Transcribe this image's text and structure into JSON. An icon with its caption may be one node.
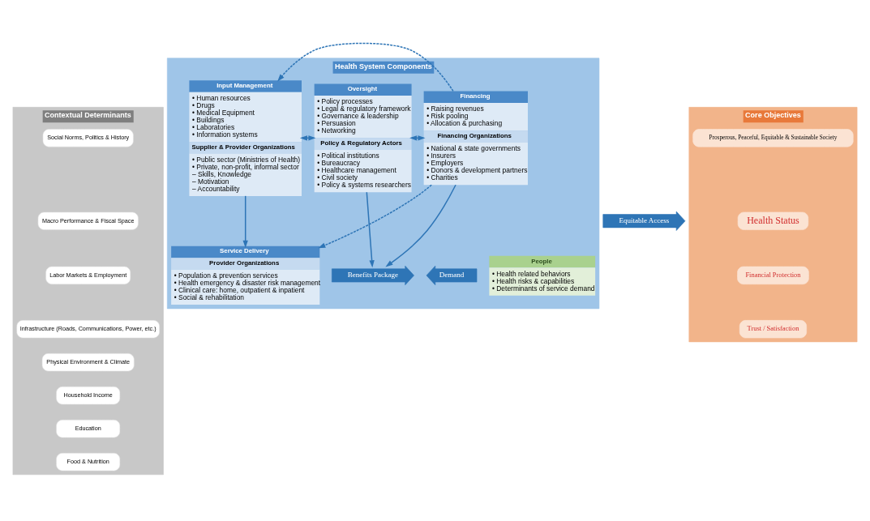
{
  "diagram": {
    "nodes": [
      {
        "text": [
          "Contextual Determinants"
        ]
      },
      {
        "text": [
          "Social Norms, Politics & History"
        ],
        "in": 0
      },
      {
        "text": [
          "Macro Performance & Fiscal Space"
        ],
        "in": 0
      },
      {
        "text": [
          "Labor Markets & Employment"
        ],
        "in": 0
      },
      {
        "text": [
          "Infrastructure (Roads, Communications, Power, etc.)"
        ],
        "in": 0
      },
      {
        "text": [
          "Physical Environment & Climate"
        ],
        "in": 0
      },
      {
        "text": [
          "Household Income"
        ],
        "in": 0
      },
      {
        "text": [
          "Education"
        ],
        "in": 0
      },
      {
        "text": [
          "Food & Nutrition"
        ],
        "in": 0
      },
      {
        "text": [
          "Health System Components"
        ]
      },
      {
        "text": [
          "Input Management",
          "• Human resources",
          "• Drugs",
          "• Medical Equipment",
          "• Buildings",
          "• Laboratories",
          "• Information systems",
          "Supplier & Provider Organizations",
          "• Public sector (Ministries of Health)",
          "• Private, non-profit, informal sector",
          "– Skills, Knowledge",
          "– Motivation",
          "– Accountability"
        ],
        "in": 9
      },
      {
        "text": [
          "Oversight",
          "• Policy processes",
          "• Legal & regulatory framework",
          "• Governance & leadership",
          "• Persuasion",
          "• Networking",
          "Policy & Regulatory Actors",
          "• Political institutions",
          "• Bureaucracy",
          "• Healthcare management",
          "• Civil society",
          "• Policy & systems researchers"
        ],
        "in": 9
      },
      {
        "text": [
          "Financing",
          "• Raising revenues",
          "• Risk pooling",
          "• Allocation & purchasing",
          "Financing Organizations",
          "• National & state governments",
          "• Insurers",
          "• Employers",
          "• Donors & development partners",
          "• Charities"
        ],
        "in": 9
      },
      {
        "text": [
          "Equitable Access"
        ]
      },
      {
        "text": [
          "Service Delivery",
          "Provider Organizations",
          "• Population & prevention services",
          "• Health emergency & disaster risk management",
          "• Clinical care: home, outpatient & inpatient",
          "• Social & rehabilitation"
        ],
        "in": 9
      },
      {
        "text": [
          "Benefits Package"
        ],
        "in": 9
      },
      {
        "text": [
          "Demand"
        ],
        "in": 9
      },
      {
        "text": [
          "People",
          "• Health related behaviors",
          "• Health risks & capabilities",
          "• Determinants of service demand"
        ],
        "in": 9
      },
      {
        "text": [
          "Core Objectives"
        ]
      },
      {
        "text": [
          "Prosperous, Peaceful, Equitable & Sustainable Society"
        ],
        "in": 18
      },
      {
        "text": [
          "Health Status"
        ],
        "in": 18
      },
      {
        "text": [
          "Financial Protection"
        ],
        "in": 18
      },
      {
        "text": [
          "Trust / Satisfaction"
        ],
        "in": 18
      }
    ],
    "edges": [
      {
        "from": 10,
        "to": 11,
        "arrow": "both",
        "style": "dashed"
      },
      {
        "from": 11,
        "to": 12,
        "arrow": "both",
        "style": "dashed"
      },
      {
        "from": 10,
        "to": 14,
        "arrow": "to"
      },
      {
        "from": 11,
        "to": 15,
        "arrow": "to"
      },
      {
        "from": 12,
        "to": 15,
        "arrow": "to"
      },
      {
        "from": 12,
        "to": 10,
        "arrow": "to",
        "style": "dashed"
      },
      {
        "from": 12,
        "to": 14,
        "arrow": "to",
        "style": "dashed"
      }
    ]
  }
}
